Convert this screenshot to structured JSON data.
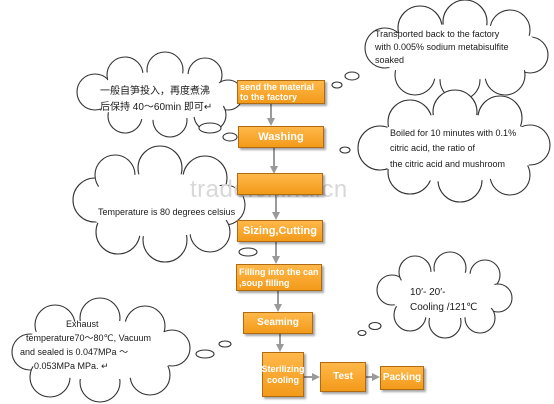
{
  "watermark": "trade.china.cn",
  "colors": {
    "box_fill": "#f5a623",
    "box_border": "#b06a10",
    "arrow": "#9a9a9a",
    "cloud_stroke": "#333333"
  },
  "process": {
    "send_material_line1": "send the material",
    "send_material_line2": "to the factory",
    "washing": "Washing",
    "boiling": "",
    "sizing_cutting": "Sizing,Cutting",
    "filling_line1": "Filling into the can",
    "filling_line2": ",soup filling",
    "seaming": "Seaming",
    "sterilizing_line1": "Sterilizing",
    "sterilizing_line2": "cooling",
    "test": "Test",
    "packing": "Packing"
  },
  "notes": {
    "transport": [
      "Transported back to the factory",
      "with 0.005% sodium metabisulfite",
      "soaked"
    ],
    "chinese": [
      "一般自笋投入，再度煮沸",
      "后保持 40～60min 即可↵"
    ],
    "boiled": [
      "Boiled for 10 minutes with 0.1%",
      "citric acid,  the ratio of",
      "the citric acid and mushroom"
    ],
    "temperature": [
      "Temperature is 80 degrees celsius"
    ],
    "cooling": [
      "10′- 20′-",
      "Cooling /121℃"
    ],
    "exhaust": [
      "Exhaust",
      "temperature70～80℃, Vacuum",
      "and sealed is 0.047MPa  ～",
      "0.053MPa MPa. ↵"
    ]
  }
}
